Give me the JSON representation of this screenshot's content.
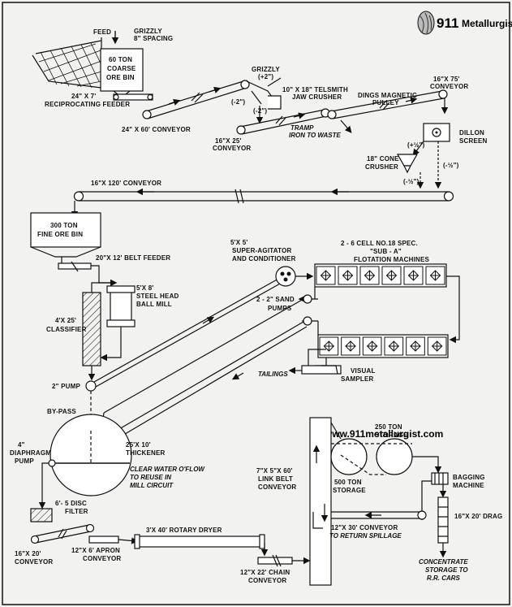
{
  "logo": {
    "number": "911",
    "name": "Metallurgist"
  },
  "website": "www.911metallurgist.com",
  "labels": {
    "feed": "FEED",
    "grizzly_spacing_1": "GRIZZLY",
    "grizzly_spacing_2": "8\" SPACING",
    "coarse_bin_1": "60 TON",
    "coarse_bin_2": "COARSE",
    "coarse_bin_3": "ORE BIN",
    "recip_feeder_1": "24\" X 7'",
    "recip_feeder_2": "RECIPROCATING FEEDER",
    "conv_24x60": "24\" X 60' CONVEYOR",
    "grizzly_2in_1": "GRIZZLY",
    "grizzly_2in_2": "(+2\")",
    "minus2_a": "(-2\")",
    "minus2_b": "(-2\")",
    "telsmith_1": "10\" X 18\" TELSMITH",
    "telsmith_2": "JAW CRUSHER",
    "conv_16x25_1": "16\"X 25'",
    "conv_16x25_2": "CONVEYOR",
    "tramp_1": "TRAMP",
    "tramp_2": "IRON TO WASTE",
    "dings_1": "DINGS MAGNETIC",
    "dings_2": "PULLEY",
    "conv_16x75_1": "16\"X 75'",
    "conv_16x75_2": "CONVEYOR",
    "dillon_1": "DILLON",
    "dillon_2": "SCREEN",
    "plus_half": "(+½\")",
    "minus_half_a": "(-½\")",
    "minus_half_b": "(-½\")",
    "cone_1": "18\" CONE",
    "cone_2": "CRUSHER",
    "conv_16x120": "16\"X 120' CONVEYOR",
    "fine_bin_1": "300 TON",
    "fine_bin_2": "FINE ORE BIN",
    "belt_feeder": "20\"X 12' BELT FEEDER",
    "agitator_1": "5'X 5'",
    "agitator_2": "SUPER-AGITATOR",
    "agitator_3": "AND CONDITIONER",
    "flotation_1": "2 - 6 CELL NO.18 SPEC.",
    "flotation_2": "\"SUB - A\"",
    "flotation_3": "FLOTATION MACHINES",
    "ball_mill_1": "5'X 8'",
    "ball_mill_2": "STEEL HEAD",
    "ball_mill_3": "BALL MILL",
    "classifier_1": "4'X 25'",
    "classifier_2": "CLASSIFIER",
    "sand_pumps_1": "2 - 2\" SAND",
    "sand_pumps_2": "PUMPS",
    "pump_2in": "2\" PUMP",
    "tailings": "TAILINGS",
    "visual_1": "VISUAL",
    "visual_2": "SAMPLER",
    "bypass": "BY-PASS",
    "thickener_1": "25'X 10'",
    "thickener_2": "THICKENER",
    "clear_1": "CLEAR WATER O'FLOW",
    "clear_2": "TO REUSE IN",
    "clear_3": "MILL CIRCUIT",
    "diaphragm_1": "4\"",
    "diaphragm_2": "DIAPHRAGM",
    "diaphragm_3": "PUMP",
    "filter_1": "6'- 5 DISC",
    "filter_2": "FILTER",
    "conv_16x20_1": "16\"X 20'",
    "conv_16x20_2": "CONVEYOR",
    "apron_1": "12\"X 6' APRON",
    "apron_2": "CONVEYOR",
    "dryer": "3'X 40' ROTARY DRYER",
    "chain_1": "12\"X 22' CHAIN",
    "chain_2": "CONVEYOR",
    "link_1": "7\"X 5\"X 60'",
    "link_2": "LINK BELT",
    "link_3": "CONVEYOR",
    "storage250_1": "250 TON",
    "storage250_2": "STORAGE",
    "storage500_1": "500 TON",
    "storage500_2": "STORAGE",
    "bagging_1": "BAGGING",
    "bagging_2": "MACHINE",
    "drag": "16\"X 20' DRAG",
    "conv_12x30_1": "12\"X 30' CONVEYOR",
    "conv_12x30_2": "TO RETURN SPILLAGE",
    "concentrate_1": "CONCENTRATE",
    "concentrate_2": "STORAGE TO",
    "concentrate_3": "R.R. CARS"
  }
}
